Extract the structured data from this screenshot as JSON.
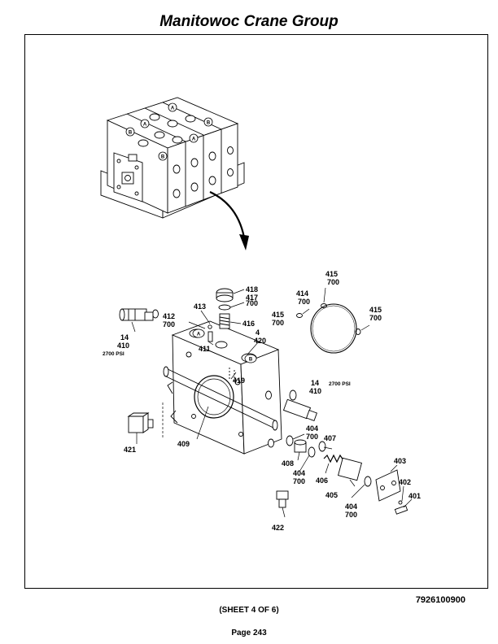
{
  "header": {
    "title": "Manitowoc Crane Group"
  },
  "footer": {
    "doc_number": "7926100900",
    "sheet": "(SHEET 4 OF 6)",
    "page": "Page 243"
  },
  "callouts": {
    "c401": "401",
    "c402": "402",
    "c403": "403",
    "c404a": "404",
    "c404a2": "700",
    "c404b": "404",
    "c404b2": "700",
    "c404c": "404",
    "c404c2": "700",
    "c405": "405",
    "c406": "406",
    "c407": "407",
    "c408": "408",
    "c409": "409",
    "c411": "411",
    "c412": "412",
    "c412b": "700",
    "c413": "413",
    "c414": "414",
    "c414b": "700",
    "c415a": "415",
    "c415a2": "700",
    "c415b": "415",
    "c415b2": "700",
    "c415c": "415",
    "c415c2": "700",
    "c416": "416",
    "c417": "417",
    "c417b": "700",
    "c418": "418",
    "c419": "419",
    "c420a": "4",
    "c420b": "420",
    "c421": "421",
    "c422": "422",
    "c14a": "14",
    "c410a": "410",
    "psi_a": "2700 PSI",
    "c14b": "14",
    "c410b": "410",
    "psi_b": "2700 PSI"
  },
  "port_marks": {
    "a": "A",
    "b": "B"
  }
}
